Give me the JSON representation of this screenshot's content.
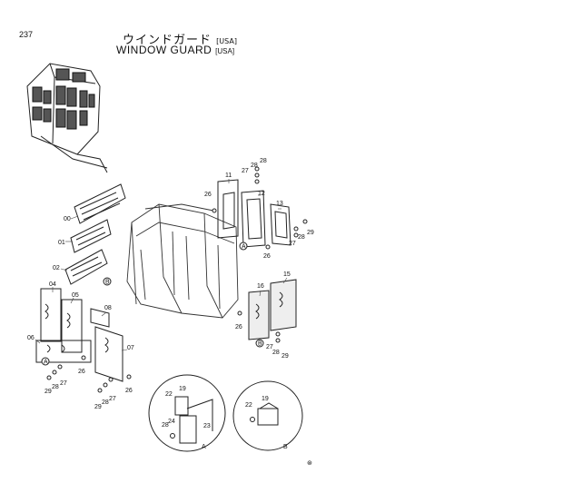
{
  "page": {
    "number": "237"
  },
  "title": {
    "jp": "ウインドガード",
    "en": "WINDOW  GUARD",
    "variant": "[USA]"
  },
  "part_numbers": [
    "00",
    "01",
    "02",
    "04",
    "05",
    "06",
    "07",
    "08",
    "11",
    "12",
    "13",
    "15",
    "16",
    "19",
    "22",
    "23",
    "24",
    "26",
    "27",
    "28",
    "29"
  ],
  "callouts": {
    "view_a": "A",
    "view_b": "B"
  },
  "legend_mark": "⊛"
}
